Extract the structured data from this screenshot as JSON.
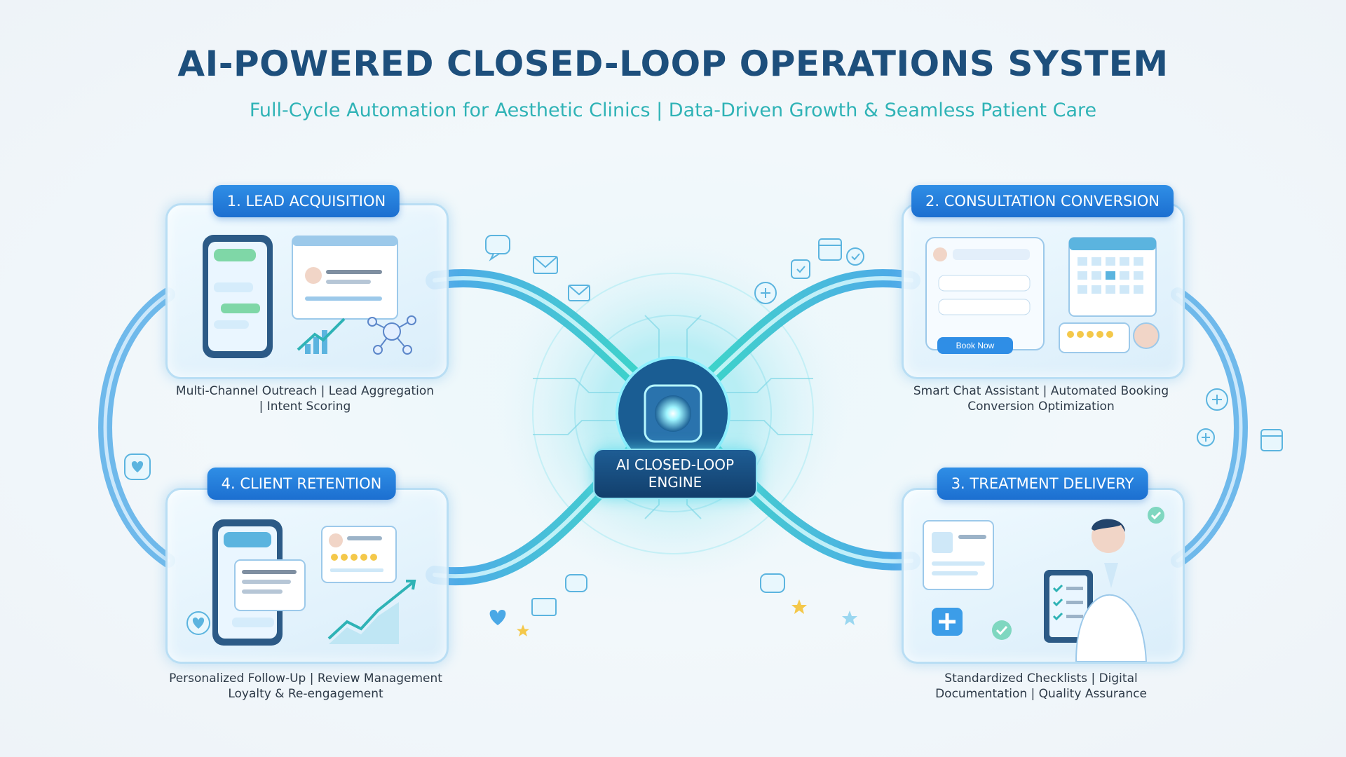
{
  "header": {
    "title": "AI-POWERED CLOSED-LOOP OPERATIONS SYSTEM",
    "subtitle": "Full-Cycle Automation for Aesthetic Clinics | Data-Driven Growth & Seamless Patient Care"
  },
  "engine": {
    "line1": "AI CLOSED-LOOP",
    "line2": "ENGINE"
  },
  "stages": [
    {
      "label": "1. LEAD ACQUISITION",
      "desc_line1": "Multi-Channel Outreach | Lead Aggregation",
      "desc_line2": "| Intent Scoring"
    },
    {
      "label": "2. CONSULTATION CONVERSION",
      "desc_line1": "Smart Chat Assistant | Automated Booking",
      "desc_line2": "Conversion Optimization",
      "book_button": "Book Now"
    },
    {
      "label": "3. TREATMENT DELIVERY",
      "desc_line1": "Standardized Checklists | Digital",
      "desc_line2": "Documentation | Quality Assurance"
    },
    {
      "label": "4. CLIENT RETENTION",
      "desc_line1": "Personalized Follow-Up | Review Management",
      "desc_line2": "Loyalty & Re-engagement"
    }
  ],
  "colors": {
    "title": "#1d4f7c",
    "subtitle": "#2fb3b6",
    "badge": "#1c6fd0",
    "loop_blue": "#3c9de8",
    "loop_teal": "#2fd3c3",
    "engine": "#123f6c"
  },
  "icons": [
    "chat-bubble-icon",
    "envelope-icon",
    "calendar-icon",
    "checkmark-icon",
    "plus-icon",
    "heart-icon",
    "star-icon",
    "network-icon",
    "chart-up-icon",
    "medical-kit-icon",
    "clipboard-icon",
    "doctor-icon",
    "phone-icon"
  ]
}
